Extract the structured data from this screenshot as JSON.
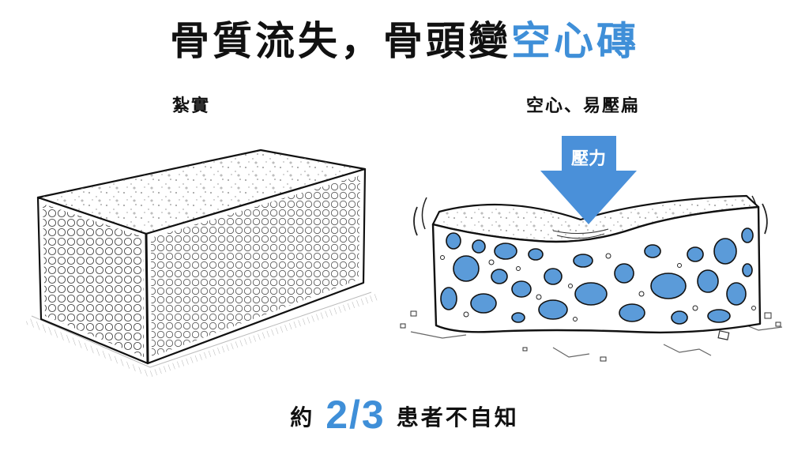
{
  "title": {
    "main": "骨質流失，骨頭變",
    "accent": "空心磚"
  },
  "left_label": "紮實",
  "right_label": "空心、易壓扁",
  "arrow_label": "壓力",
  "bottom": {
    "prefix": "約",
    "fraction": "2/3",
    "suffix": "患者不自知"
  },
  "colors": {
    "accent": "#3f8fd8",
    "arrow": "#4a90d9",
    "pore": "#5b9bd9",
    "ink": "#111111"
  }
}
